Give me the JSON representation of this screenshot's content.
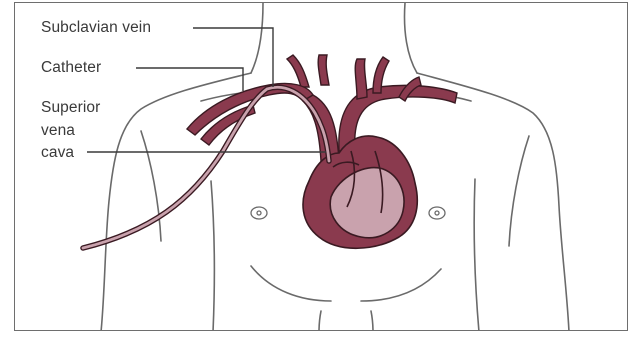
{
  "labels": {
    "subclavian_vein": "Subclavian vein",
    "catheter": "Catheter",
    "svc_line1": "Superior",
    "svc_line2": "vena",
    "svc_line3": "cava"
  },
  "colors": {
    "vessel_fill": "#8a3a4e",
    "vessel_light": "#c9a2ad",
    "vessel_outline": "#3a1a22",
    "skin_line": "#6a6a6a",
    "leader_line": "#3a3a3a",
    "frame_border": "#6e6e6e"
  }
}
